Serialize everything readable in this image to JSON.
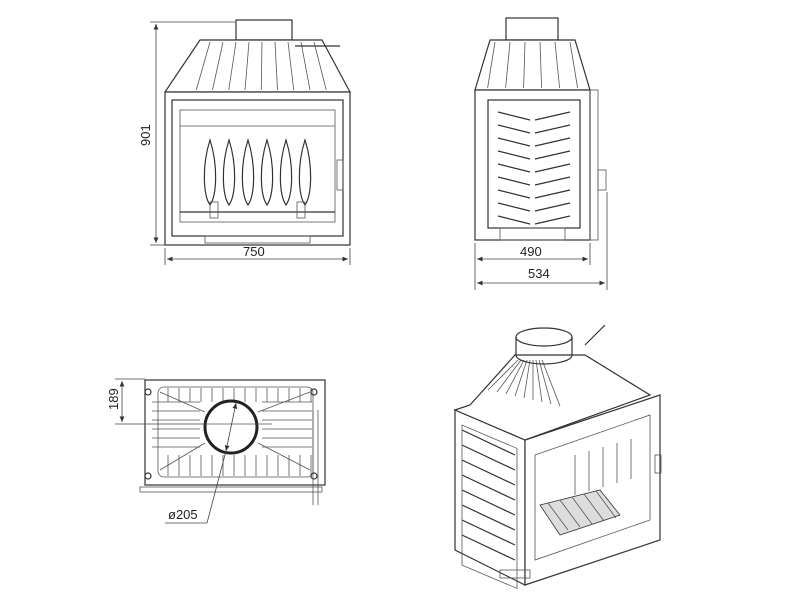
{
  "drawing": {
    "front_view": {
      "height_label": "901",
      "width_label": "750"
    },
    "side_view": {
      "depth_label": "490",
      "total_depth_label": "534"
    },
    "top_view": {
      "offset_label": "189",
      "flue_diameter_label": "ø205"
    },
    "isometric_view": {}
  }
}
